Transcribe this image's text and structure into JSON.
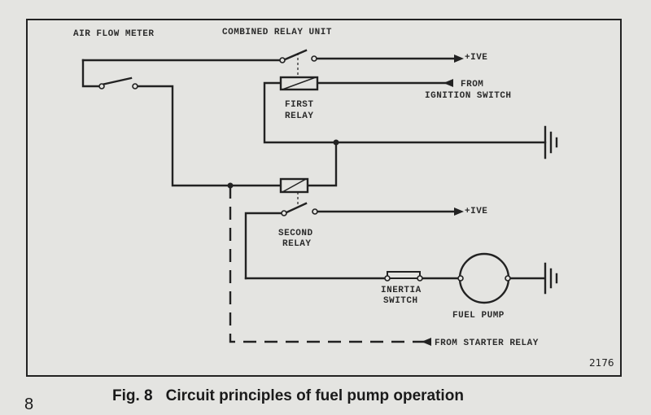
{
  "labels": {
    "air_flow_meter": "AIR FLOW METER",
    "combined_relay_unit": "COMBINED RELAY UNIT",
    "pos_ive_top": "+IVE",
    "from_ignition_1": "FROM",
    "from_ignition_2": "IGNITION SWITCH",
    "first_relay_1": "FIRST",
    "first_relay_2": "RELAY",
    "second_relay_1": "SECOND",
    "second_relay_2": "RELAY",
    "pos_ive_bottom": "+IVE",
    "inertia_switch_1": "INERTIA",
    "inertia_switch_2": "SWITCH",
    "fuel_pump": "FUEL PUMP",
    "from_starter_relay": "FROM STARTER RELAY",
    "figure_number": "2176"
  },
  "caption": {
    "fig": "Fig. 8",
    "title": "Circuit principles of fuel pump operation"
  },
  "page_number": "8"
}
